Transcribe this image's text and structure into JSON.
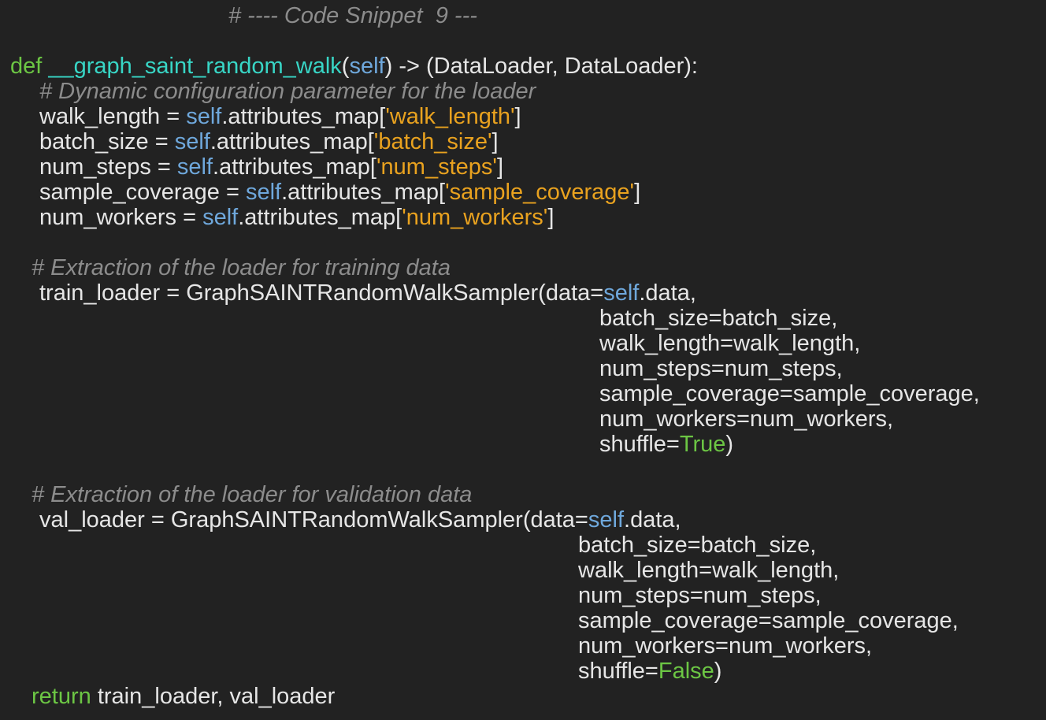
{
  "colors": {
    "background": "#222222",
    "plain": "#e6e6e6",
    "comment": "#8c8c8c",
    "keyword": "#6cc644",
    "function": "#38d6c6",
    "self": "#6fa8dc",
    "string": "#e9a21f",
    "constant": "#6cc644"
  },
  "lines": [
    [
      {
        "t": "comment",
        "v": "# ---- Code Snippet  9 ---"
      }
    ],
    [
      {
        "t": "keyword",
        "v": "def "
      },
      {
        "t": "func",
        "v": "__graph_saint_random_walk"
      },
      {
        "t": "plain",
        "v": "("
      },
      {
        "t": "self",
        "v": "self"
      },
      {
        "t": "plain",
        "v": ") -> (DataLoader, DataLoader):"
      }
    ],
    [
      {
        "t": "comment",
        "v": "# Dynamic configuration parameter for the loader"
      }
    ],
    [
      {
        "t": "plain",
        "v": "walk_length = "
      },
      {
        "t": "self",
        "v": "self"
      },
      {
        "t": "plain",
        "v": ".attributes_map["
      },
      {
        "t": "string",
        "v": "'walk_length'"
      },
      {
        "t": "plain",
        "v": "]"
      }
    ],
    [
      {
        "t": "plain",
        "v": "batch_size = "
      },
      {
        "t": "self",
        "v": "self"
      },
      {
        "t": "plain",
        "v": ".attributes_map["
      },
      {
        "t": "string",
        "v": "'batch_size'"
      },
      {
        "t": "plain",
        "v": "]"
      }
    ],
    [
      {
        "t": "plain",
        "v": "num_steps = "
      },
      {
        "t": "self",
        "v": "self"
      },
      {
        "t": "plain",
        "v": ".attributes_map["
      },
      {
        "t": "string",
        "v": "'num_steps'"
      },
      {
        "t": "plain",
        "v": "]"
      }
    ],
    [
      {
        "t": "plain",
        "v": "sample_coverage = "
      },
      {
        "t": "self",
        "v": "self"
      },
      {
        "t": "plain",
        "v": ".attributes_map["
      },
      {
        "t": "string",
        "v": "'sample_coverage'"
      },
      {
        "t": "plain",
        "v": "]"
      }
    ],
    [
      {
        "t": "plain",
        "v": "num_workers = "
      },
      {
        "t": "self",
        "v": "self"
      },
      {
        "t": "plain",
        "v": ".attributes_map["
      },
      {
        "t": "string",
        "v": "'num_workers'"
      },
      {
        "t": "plain",
        "v": "]"
      }
    ],
    [
      {
        "t": "comment",
        "v": "# Extraction of the loader for training data"
      }
    ],
    [
      {
        "t": "plain",
        "v": "train_loader = GraphSAINTRandomWalkSampler(data="
      },
      {
        "t": "self",
        "v": "self"
      },
      {
        "t": "plain",
        "v": ".data,"
      }
    ],
    [
      {
        "t": "plain",
        "v": "batch_size=batch_size,"
      }
    ],
    [
      {
        "t": "plain",
        "v": "walk_length=walk_length,"
      }
    ],
    [
      {
        "t": "plain",
        "v": "num_steps=num_steps,"
      }
    ],
    [
      {
        "t": "plain",
        "v": "sample_coverage=sample_coverage,"
      }
    ],
    [
      {
        "t": "plain",
        "v": "num_workers=num_workers,"
      }
    ],
    [
      {
        "t": "plain",
        "v": "shuffle="
      },
      {
        "t": "const",
        "v": "True"
      },
      {
        "t": "plain",
        "v": ")"
      }
    ],
    [
      {
        "t": "comment",
        "v": "# Extraction of the loader for validation data"
      }
    ],
    [
      {
        "t": "plain",
        "v": "val_loader = GraphSAINTRandomWalkSampler(data="
      },
      {
        "t": "self",
        "v": "self"
      },
      {
        "t": "plain",
        "v": ".data,"
      }
    ],
    [
      {
        "t": "plain",
        "v": "batch_size=batch_size,"
      }
    ],
    [
      {
        "t": "plain",
        "v": "walk_length=walk_length,"
      }
    ],
    [
      {
        "t": "plain",
        "v": "num_steps=num_steps,"
      }
    ],
    [
      {
        "t": "plain",
        "v": "sample_coverage=sample_coverage,"
      }
    ],
    [
      {
        "t": "plain",
        "v": "num_workers=num_workers,"
      }
    ],
    [
      {
        "t": "plain",
        "v": "shuffle="
      },
      {
        "t": "const",
        "v": "False"
      },
      {
        "t": "plain",
        "v": ")"
      }
    ],
    [
      {
        "t": "keyword",
        "v": "return "
      },
      {
        "t": "plain",
        "v": "train_loader, val_loader"
      }
    ]
  ]
}
